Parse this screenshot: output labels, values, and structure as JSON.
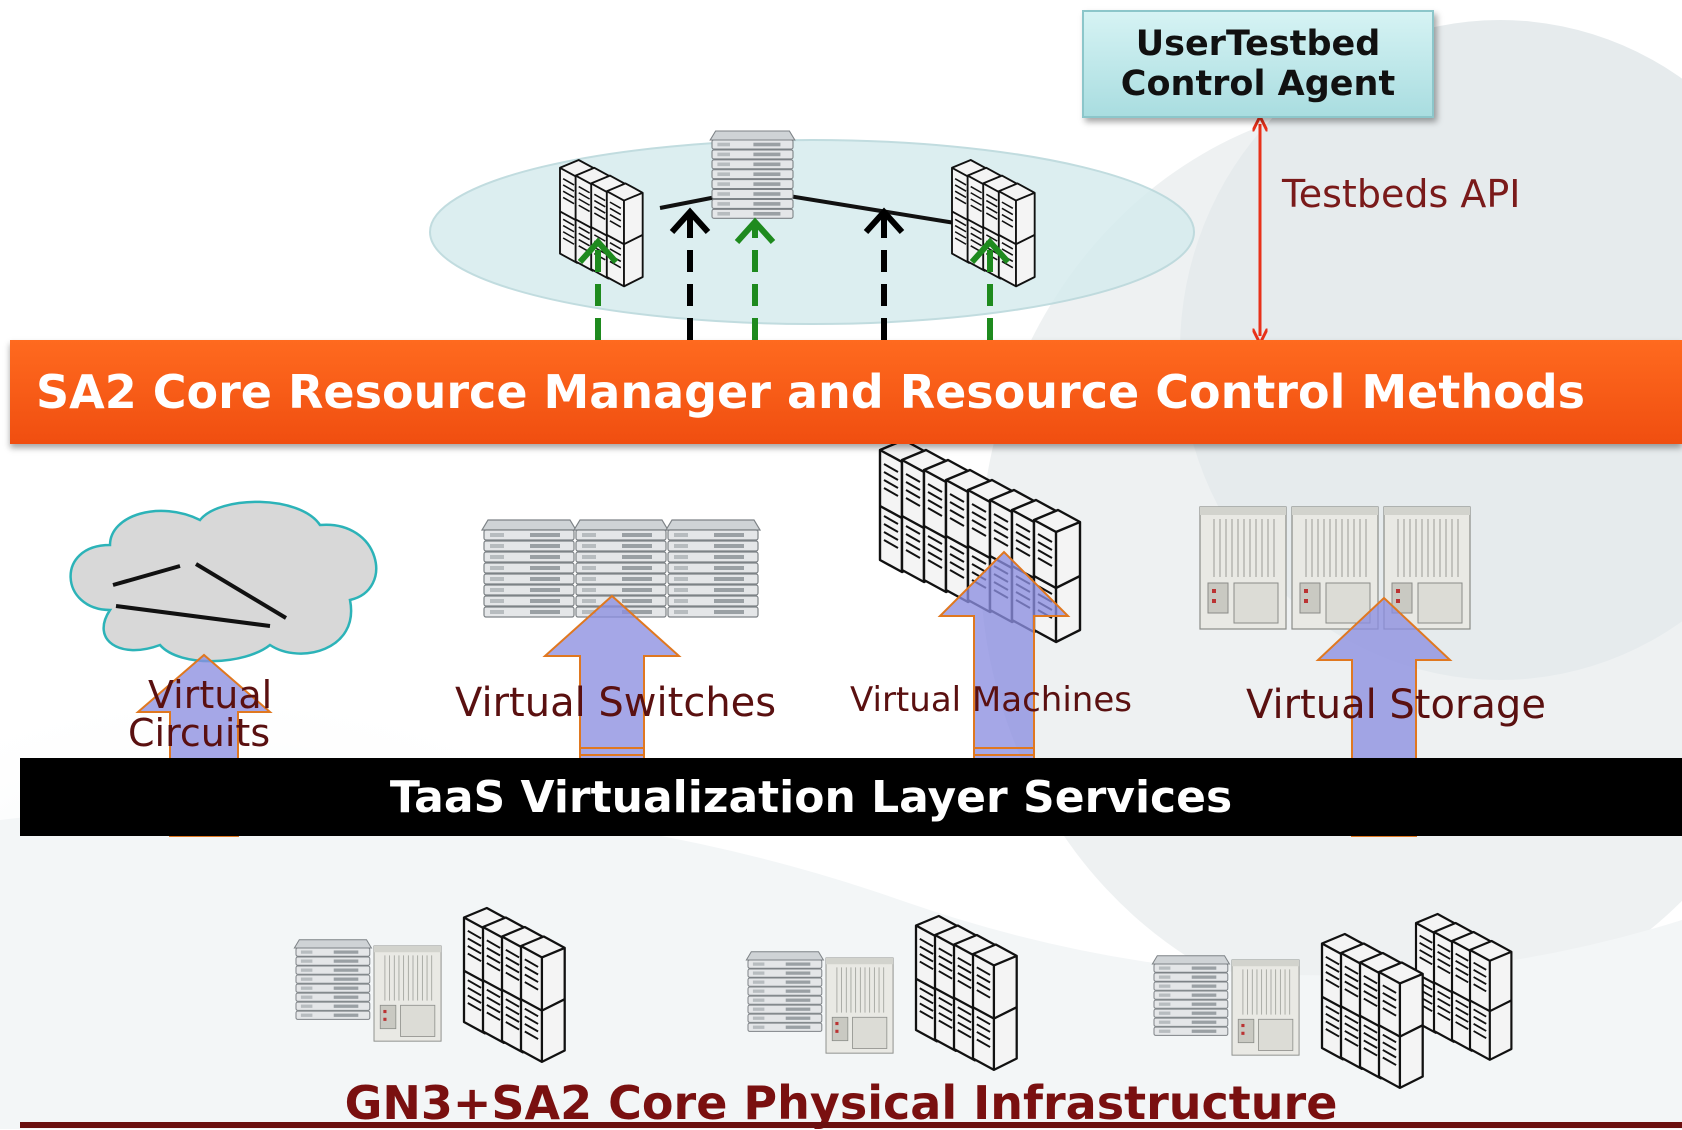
{
  "agent": {
    "line1": "UserTestbed",
    "line2": "Control Agent"
  },
  "api_label": "Testbeds API",
  "core_manager_label": "SA2 Core Resource Manager and Resource Control Methods",
  "virtualization_label": "TaaS Virtualization Layer Services",
  "resources": {
    "circuits_line1": "Virtual",
    "circuits_line2": "Circuits",
    "switches": "Virtual Switches",
    "machines": "Virtual Machines",
    "storage": "Virtual Storage"
  },
  "physical_label": "GN3+SA2 Core Physical Infrastructure",
  "colors": {
    "orange_bar": "#f5561a",
    "api_arrow": "#e8311a",
    "green_arrow": "#1e8a1e",
    "black_arrow": "#000000",
    "up_arrow_fill": "#8c8ee0",
    "up_arrow_stroke": "#e07820",
    "label_color": "#5a1010"
  },
  "icons": [
    "server-rack-icon",
    "tower-server-icon",
    "chassis-switch-icon",
    "cloud-icon"
  ]
}
